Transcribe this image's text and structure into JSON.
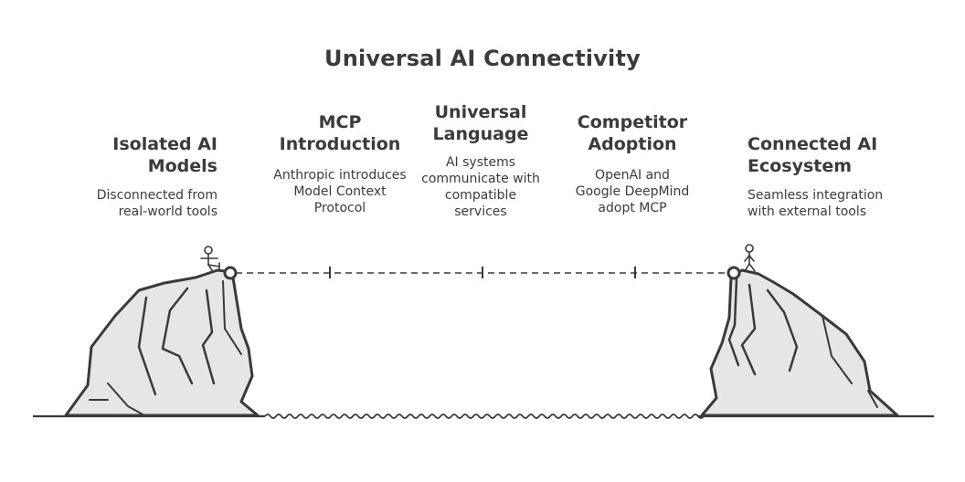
{
  "title": "Universal AI Connectivity",
  "stages": [
    {
      "heading": "Isolated AI\nModels",
      "description": "Disconnected from\nreal-world tools"
    },
    {
      "heading": "MCP\nIntroduction",
      "description": "Anthropic introduces\nModel Context\nProtocol"
    },
    {
      "heading": "Universal\nLanguage",
      "description": "AI systems\ncommunicate with\ncompatible\nservices"
    },
    {
      "heading": "Competitor\nAdoption",
      "description": "OpenAI and\nGoogle DeepMind\nadopt MCP"
    },
    {
      "heading": "Connected AI\nEcosystem",
      "description": "Seamless integration\nwith external tools"
    }
  ],
  "colors": {
    "ink": "#3a3a3a",
    "rock_fill": "#e6e6e6"
  }
}
